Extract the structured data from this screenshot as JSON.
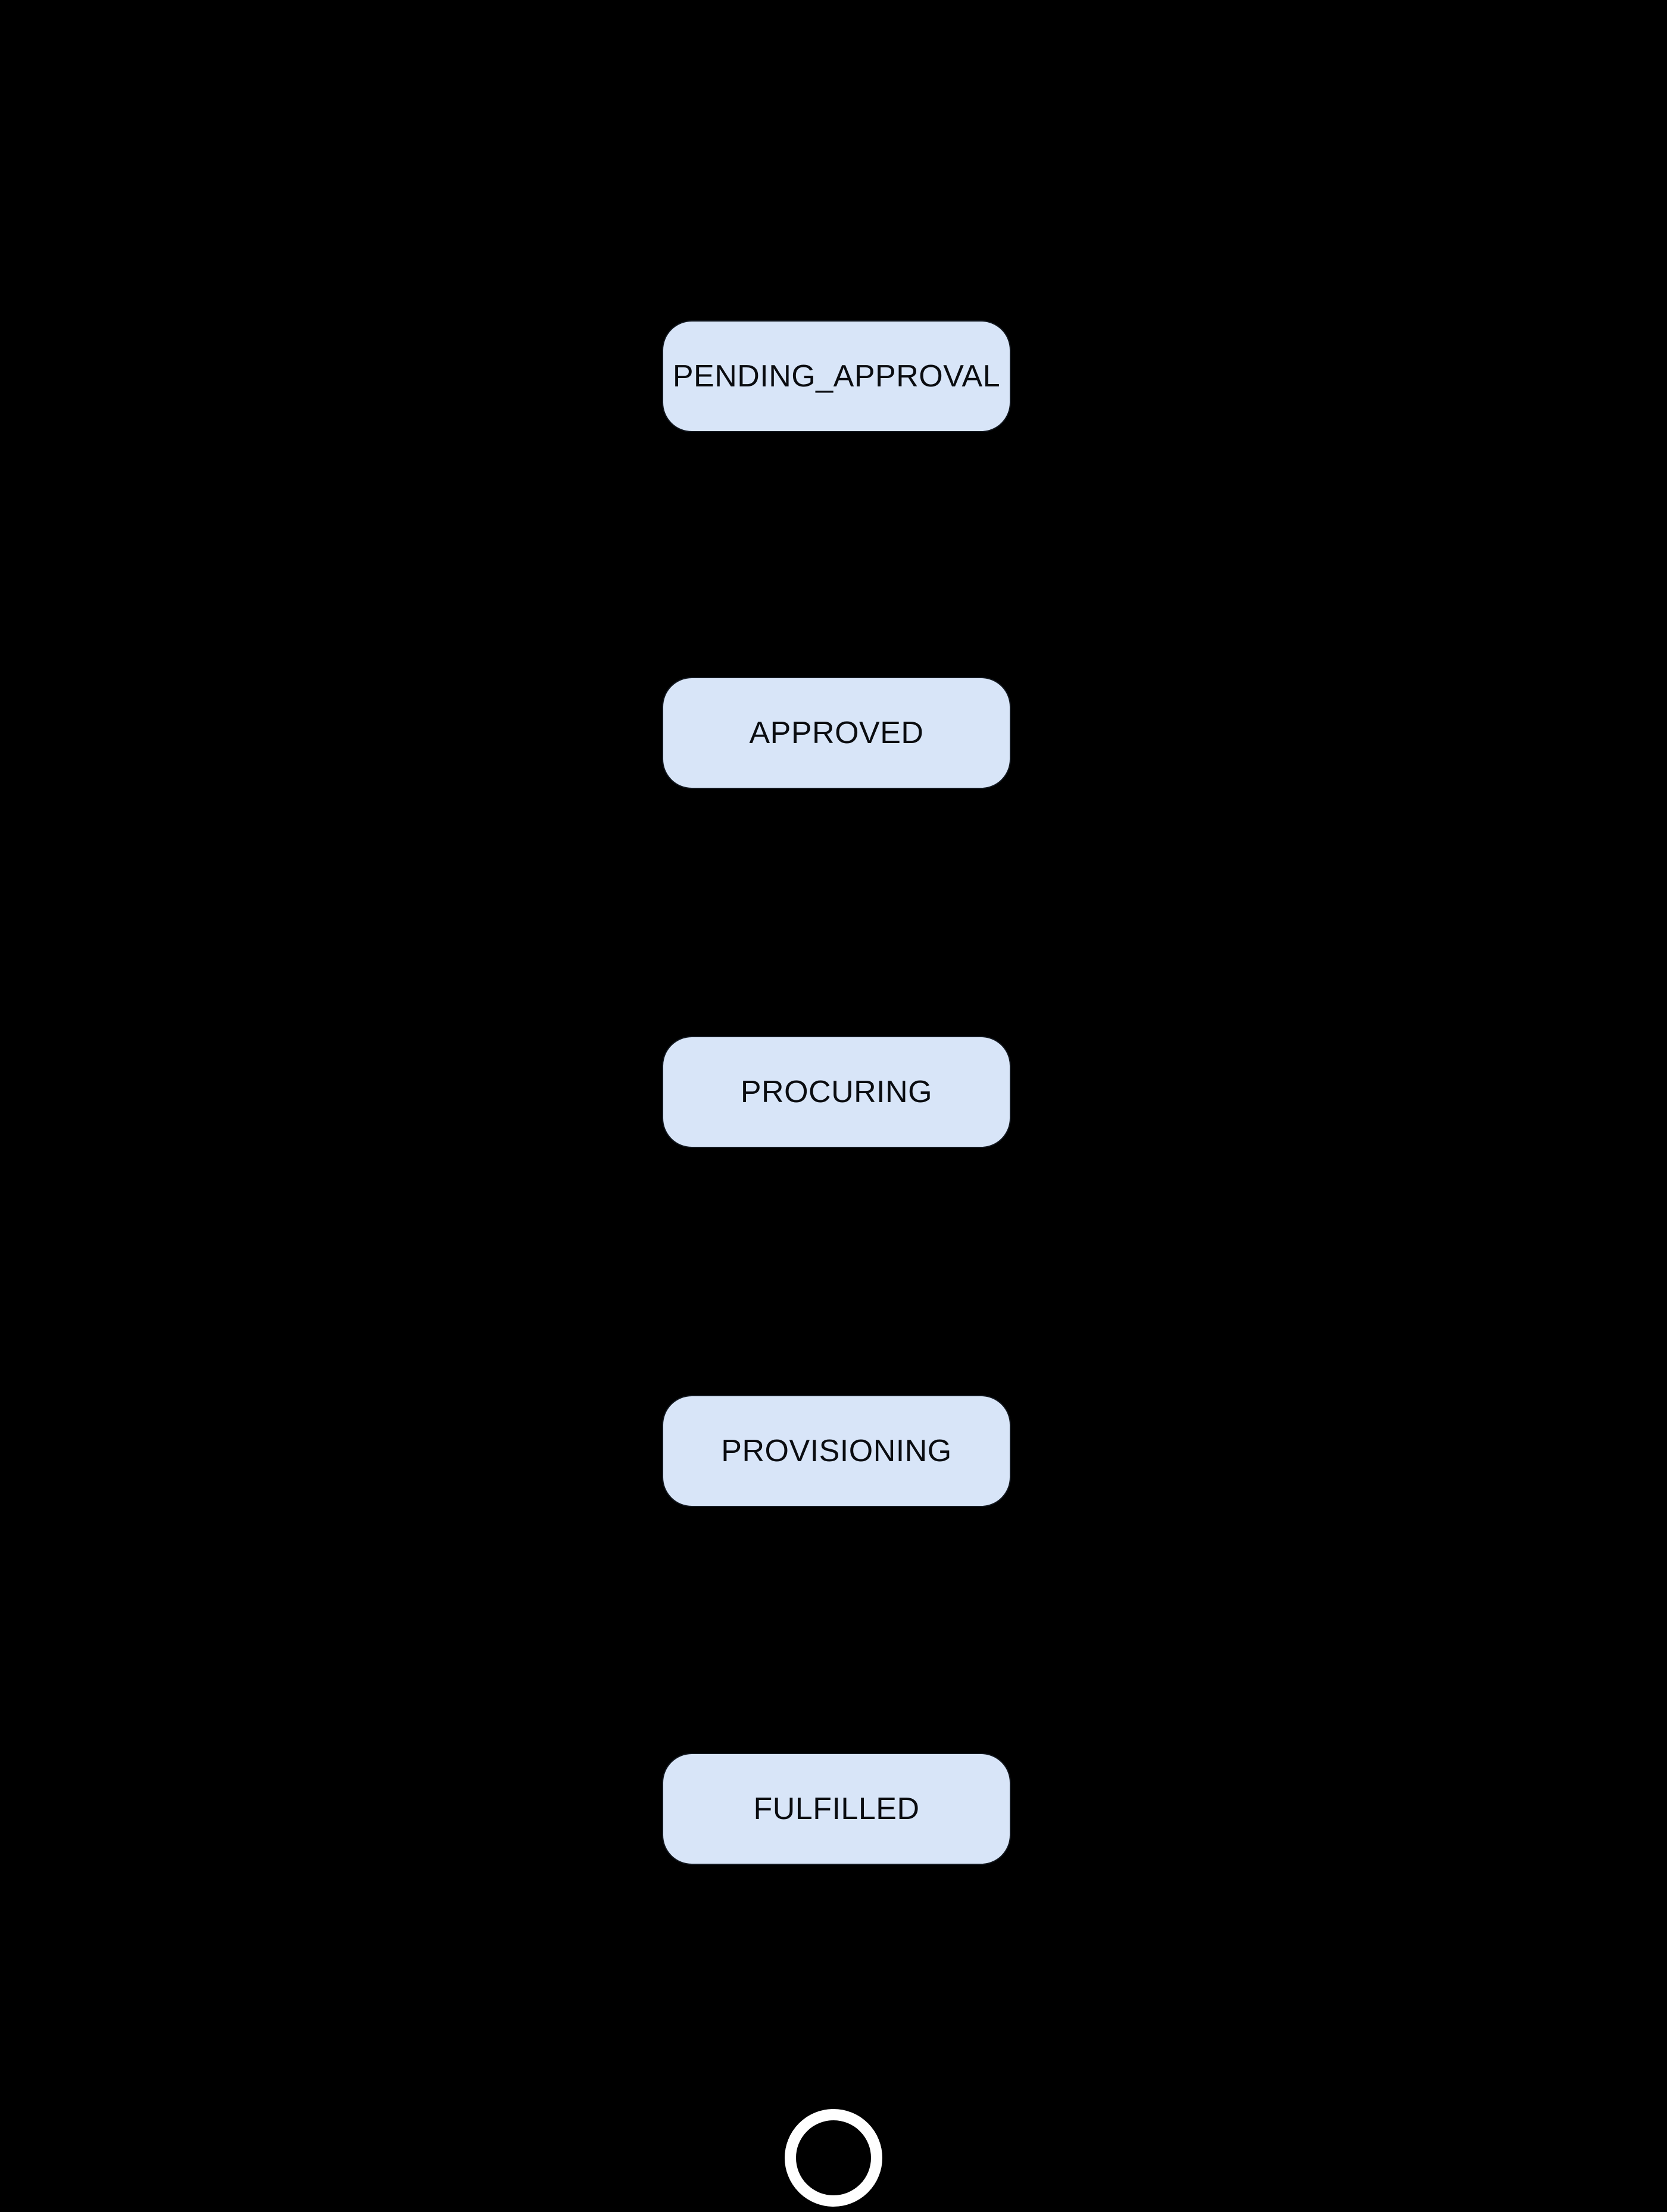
{
  "diagram": {
    "type": "state-flow-diagram",
    "orientation": "vertical",
    "background_color": "#000000",
    "node_fill_color": "#d8e5f8",
    "node_text_color": "#0a0c10",
    "end_ring_color": "#ffffff",
    "nodes": [
      {
        "id": "pending-approval",
        "label": "PENDING_APPROVAL"
      },
      {
        "id": "approved",
        "label": "APPROVED"
      },
      {
        "id": "procuring",
        "label": "PROCURING"
      },
      {
        "id": "provisioning",
        "label": "PROVISIONING"
      },
      {
        "id": "fulfilled",
        "label": "FULFILLED"
      }
    ],
    "end_state": {
      "shape": "ring",
      "meaning": "final-state"
    }
  }
}
